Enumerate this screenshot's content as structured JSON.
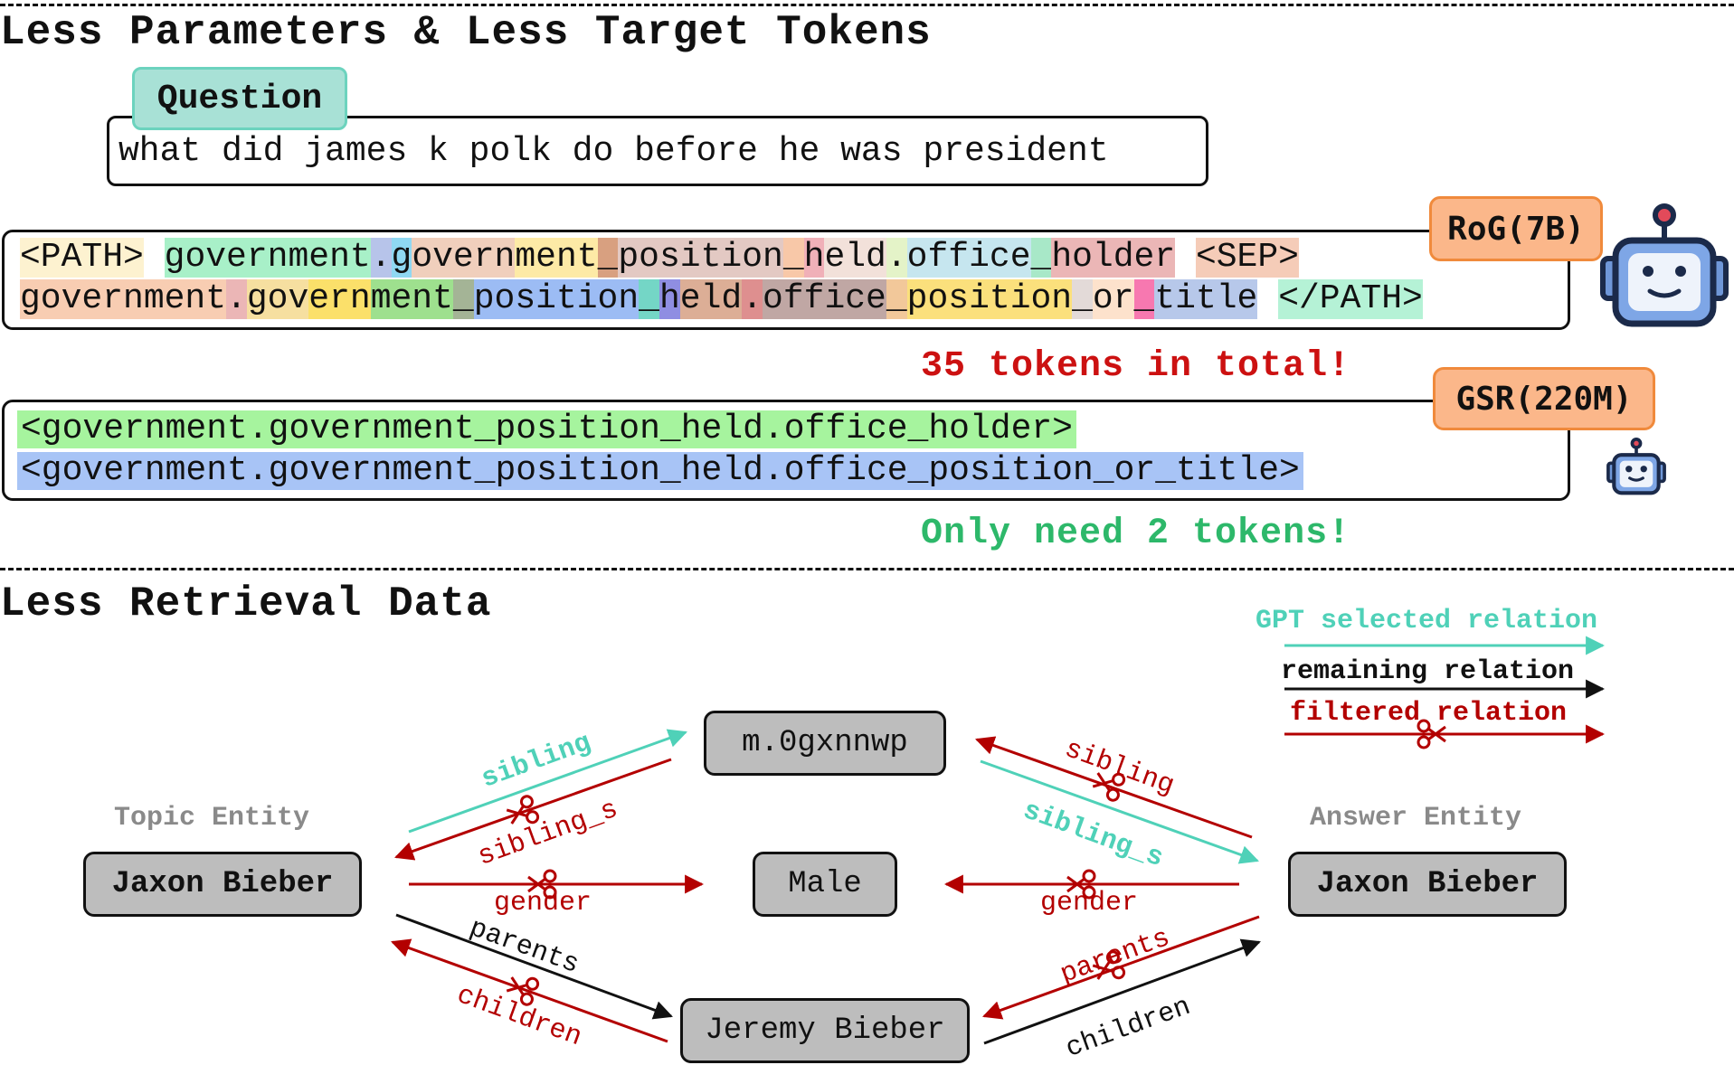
{
  "top_section": {
    "title": "Less Parameters & Less Target Tokens",
    "question_label": "Question",
    "question_text": "what did james k polk do before he was president",
    "rog_tokens_line1": [
      {
        "t": "<PATH>",
        "c": "#fdf2d0"
      },
      {
        "t": " ",
        "c": "transparent"
      },
      {
        "t": "government",
        "c": "#a8f0c8"
      },
      {
        "t": ".",
        "c": "#b7c4ea"
      },
      {
        "t": "g",
        "c": "#8fd8f2"
      },
      {
        "t": "overn",
        "c": "#f0cfbc"
      },
      {
        "t": "ment",
        "c": "#fdeaa6"
      },
      {
        "t": "_",
        "c": "#d8a080"
      },
      {
        "t": "position",
        "c": "#e3c9c3"
      },
      {
        "t": "_",
        "c": "#f8c8a8"
      },
      {
        "t": "h",
        "c": "#f0b0b8"
      },
      {
        "t": "eld",
        "c": "#f2e1da"
      },
      {
        "t": ".",
        "c": "#e4f3c8"
      },
      {
        "t": "office",
        "c": "#c6e6ef"
      },
      {
        "t": "_",
        "c": "#a8e8c8"
      },
      {
        "t": "holder",
        "c": "#ebb6b6"
      },
      {
        "t": " ",
        "c": "transparent"
      },
      {
        "t": "<SEP>",
        "c": "#f5ccb8"
      }
    ],
    "rog_tokens_line2": [
      {
        "t": "government",
        "c": "#f8cdb2"
      },
      {
        "t": ".",
        "c": "#ebb6b6"
      },
      {
        "t": "gov",
        "c": "#f6dfa0"
      },
      {
        "t": "ern",
        "c": "#fbe06a"
      },
      {
        "t": "ment",
        "c": "#9ee08e"
      },
      {
        "t": "_",
        "c": "#a4b496"
      },
      {
        "t": "position",
        "c": "#9cbcf4"
      },
      {
        "t": "_",
        "c": "#74d6c6"
      },
      {
        "t": "h",
        "c": "#8f8ee2"
      },
      {
        "t": "eld",
        "c": "#dcae96"
      },
      {
        "t": ".",
        "c": "#de8f8f"
      },
      {
        "t": "office",
        "c": "#c0a7a4"
      },
      {
        "t": "_",
        "c": "#f2c89a"
      },
      {
        "t": "position",
        "c": "#fbe07c"
      },
      {
        "t": "_",
        "c": "#e3dad8"
      },
      {
        "t": "or",
        "c": "#fde2cc"
      },
      {
        "t": "_",
        "c": "#f778b0"
      },
      {
        "t": "title",
        "c": "#b7c8ea"
      },
      {
        "t": " ",
        "c": "transparent"
      },
      {
        "t": "</PATH>",
        "c": "#b5f2d6"
      }
    ],
    "rog_badge": "RoG(7B)",
    "rog_note": "35 tokens in total!",
    "gsr_line1": "<government.government_position_held.office_holder>",
    "gsr_line2": "<government.government_position_held.office_position_or_title>",
    "gsr_badge": "GSR(220M)",
    "gsr_note": "Only need 2 tokens!"
  },
  "bottom_section": {
    "title": "Less Retrieval Data",
    "legend": {
      "gpt": "GPT selected relation",
      "remaining": "remaining relation",
      "filtered": "filtered relation"
    },
    "topic_caption": "Topic Entity",
    "answer_caption": "Answer Entity",
    "nodes": {
      "topic": "Jaxon Bieber",
      "answer": "Jaxon Bieber",
      "mid": "m.0gxnnwp",
      "male": "Male",
      "jeremy": "Jeremy Bieber"
    },
    "relations": {
      "left_sibling": "sibling",
      "left_sibling_s": "sibling_s",
      "left_gender": "gender",
      "left_parents": "parents",
      "left_children": "children",
      "right_sibling": "sibling",
      "right_sibling_s": "sibling_s",
      "right_gender": "gender",
      "right_parents": "parents",
      "right_children": "children"
    }
  },
  "colors": {
    "teal": "#4fd1b8",
    "red": "#b30000",
    "green_note": "#2db86a",
    "red_note": "#cc1111",
    "badge": "#fbb78a"
  }
}
